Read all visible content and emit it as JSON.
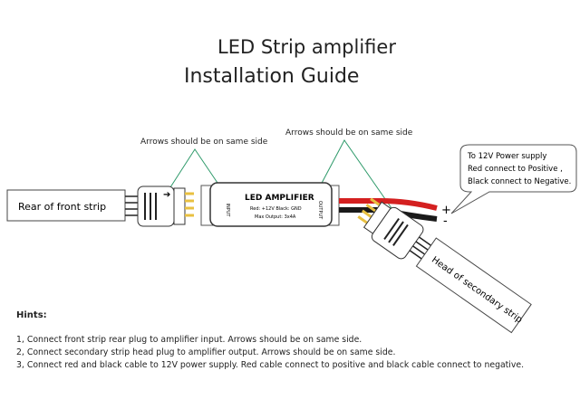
{
  "title": {
    "line1": "LED Strip amplifier",
    "line2": "Installation Guide"
  },
  "arrow_notes": [
    "Arrows should be on same side",
    "Arrows should be on same side"
  ],
  "rear_strip_label": "Rear of front strip",
  "secondary_strip_label": "Head of secondary strip",
  "amplifier": {
    "title": "LED AMPLIFIER",
    "line1": "Red: +12V  Black: GND",
    "line2": "Max Output: 3x4A",
    "input_label": "INPUT",
    "output_label": "OUTPUT"
  },
  "power_callout": [
    "To 12V Power supply",
    "Red connect to Positive ,",
    "Black connect to Negative."
  ],
  "polarity": {
    "positive": "+",
    "negative": "-"
  },
  "hints": {
    "heading": "Hints:",
    "items": [
      "1, Connect front strip rear plug to amplifier input. Arrows should be on same side.",
      "2, Connect secondary strip head plug to amplifier output. Arrows should be on same side.",
      "3, Connect red and black cable to 12V power supply. Red cable connect to positive and black cable connect to negative."
    ]
  },
  "colors": {
    "red_wire": "#d42020",
    "black_wire": "#1a1a1a",
    "pointer_line": "#2e9a6a",
    "pins": "#e8c040"
  }
}
